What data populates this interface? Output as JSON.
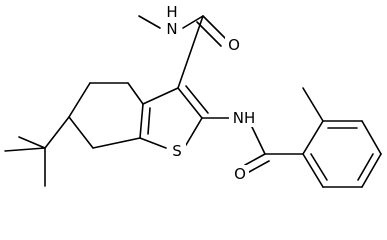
{
  "structure": {
    "colors": {
      "bond": "#000000",
      "atom_text": "#000000",
      "background": "#ffffff"
    },
    "atom_labels": {
      "amide_nh_top": "H\nN",
      "amide_o_top": "O",
      "ring_sulfur": "S",
      "amide_nh_right": "NH",
      "amide_o_bottom": "O"
    }
  }
}
